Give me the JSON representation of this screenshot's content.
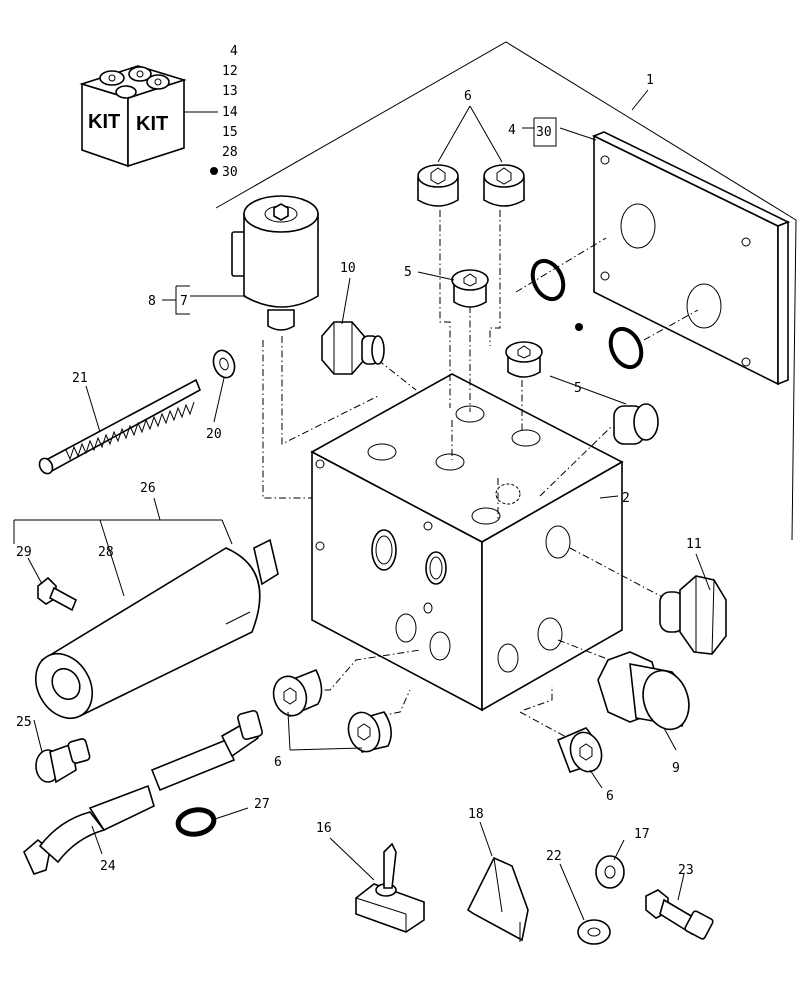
{
  "kit": {
    "face_left": "KIT",
    "face_right": "KIT",
    "items": [
      "4",
      "12",
      "13",
      "14",
      "15",
      "28",
      "30"
    ]
  },
  "labels": {
    "l1": "1",
    "l2": "2",
    "l4": "4",
    "l30": "30",
    "l5a": "5",
    "l5b": "5",
    "l6top": "6",
    "l6left": "6",
    "l6right": "6",
    "l7": "7",
    "l8": "8",
    "l9": "9",
    "l10": "10",
    "l11": "11",
    "l16": "16",
    "l17": "17",
    "l18": "18",
    "l20": "20",
    "l21": "21",
    "l22": "22",
    "l23": "23",
    "l24": "24",
    "l25": "25",
    "l26": "26",
    "l27": "27",
    "l28": "28",
    "l29": "29"
  }
}
